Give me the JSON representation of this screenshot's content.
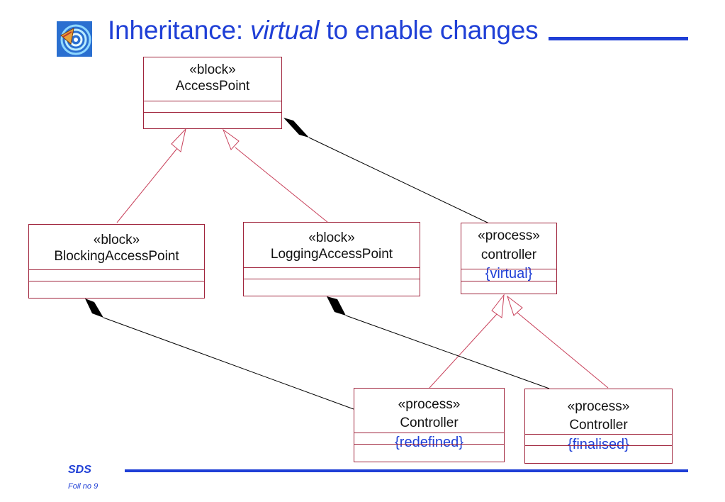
{
  "slide": {
    "title_prefix": "Inheritance: ",
    "title_italic": "virtual",
    "title_suffix": " to enable changes",
    "footer_brand": "SDS",
    "footer_foil": "Foil no 9"
  },
  "boxes": {
    "access_point": {
      "stereotype": "«block»",
      "name": "AccessPoint"
    },
    "blocking": {
      "stereotype": "«block»",
      "name": "BlockingAccessPoint"
    },
    "logging": {
      "stereotype": "«block»",
      "name": "LoggingAccessPoint"
    },
    "controller_virtual": {
      "stereotype": "«process»",
      "name": "controller",
      "property": "{virtual}"
    },
    "controller_redefined": {
      "stereotype": "«process»",
      "name": "Controller",
      "property": "{redefined}"
    },
    "controller_finalised": {
      "stereotype": "«process»",
      "name": "Controller",
      "property": "{finalised}"
    }
  },
  "colors": {
    "accent": "#1f3fd6",
    "box_border": "#a0243c",
    "inheritance_line": "#c8405a",
    "composition_line": "#000000"
  }
}
